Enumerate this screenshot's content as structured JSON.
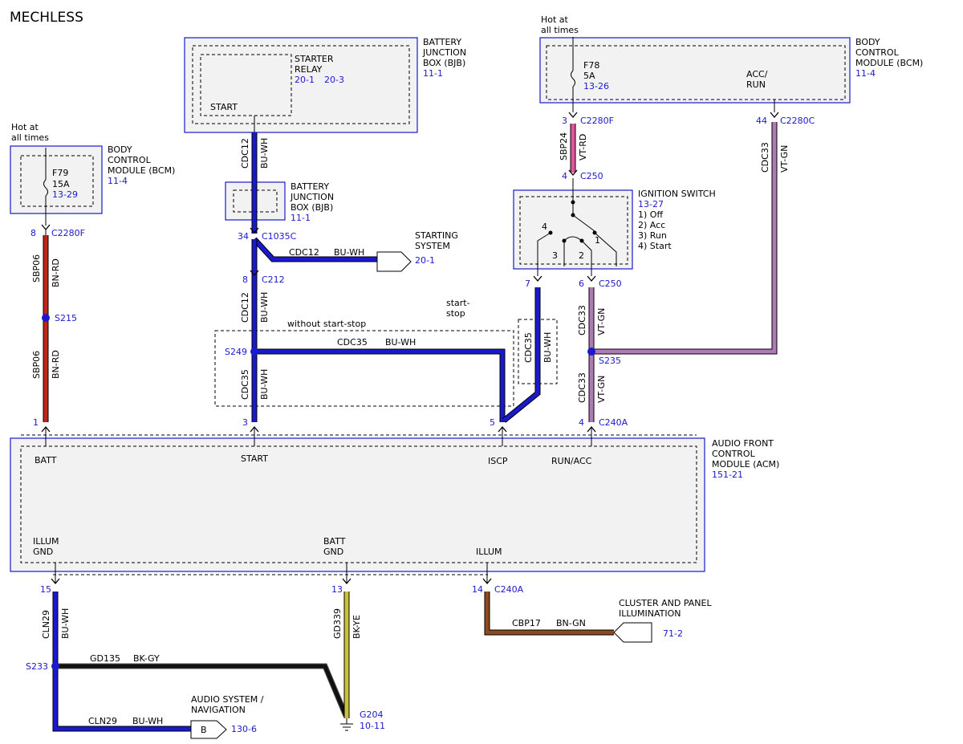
{
  "title": "MECHLESS",
  "colors": {
    "bu_wh": "#1a1acc",
    "bn_rd": "#c0241c",
    "vt_rd": "#e0569a",
    "vt_gn": "#b07ab8",
    "bk_gy": "#111111",
    "bk_ye": "#c8c33a",
    "bn_gn": "#8a4a22",
    "link_blue": "#1a1acc"
  },
  "hot_left": "Hot at\nall times",
  "hot_right": "Hot at\nall times",
  "bcm_left": {
    "name": "BODY\nCONTROL\nMODULE (BCM)",
    "ref": "11-4",
    "fuse": "F79",
    "amps": "15A",
    "fuse_ref": "13-29"
  },
  "bcm_right": {
    "name": "BODY\nCONTROL\nMODULE (BCM)",
    "ref": "11-4",
    "fuse": "F78",
    "amps": "5A",
    "fuse_ref": "13-26",
    "accrun": "ACC/\nRUN"
  },
  "bjb_top": {
    "name": "BATTERY\nJUNCTION\nBOX (BJB)",
    "ref": "11-1",
    "relay": "STARTER\nRELAY",
    "relay_ref1": "20-1",
    "relay_ref2": "20-3",
    "start": "START"
  },
  "bjb_mid": {
    "name": "BATTERY\nJUNCTION\nBOX (BJB)",
    "ref": "11-1"
  },
  "starting_system": {
    "name": "STARTING\nSYSTEM",
    "ref": "20-1"
  },
  "ignition": {
    "name": "IGNITION SWITCH",
    "ref": "13-27",
    "positions": "1) Off\n2) Acc\n3) Run\n4) Start",
    "p1": "1",
    "p2": "2",
    "p3": "3",
    "p4": "4"
  },
  "acm": {
    "name": "AUDIO FRONT\nCONTROL\nMODULE (ACM)",
    "ref": "151-21",
    "batt": "BATT",
    "start": "START",
    "iscp": "ISCP",
    "runacc": "RUN/ACC",
    "illum_gnd": "ILLUM\nGND",
    "batt_gnd": "BATT\nGND",
    "illum": "ILLUM"
  },
  "cluster": {
    "name": "CLUSTER AND PANEL\nILLUMINATION",
    "ref": "71-2"
  },
  "audio_nav": {
    "name": "AUDIO SYSTEM /\nNAVIGATION",
    "ref": "130-6",
    "pin": "B"
  },
  "ground": {
    "name": "G204",
    "ref": "10-11"
  },
  "start_stop": "start-\nstop",
  "without_start_stop": "without start-stop",
  "pins": {
    "p8_left": "8",
    "c2280f_left": "C2280F",
    "p1_acm": "1",
    "p34": "34",
    "c1035c": "C1035C",
    "p8_mid": "8",
    "c212": "C212",
    "p3_acm": "3",
    "p5_acm": "5",
    "p3_top": "3",
    "c2280f_right": "C2280F",
    "p4_top": "4",
    "c250_top": "C250",
    "p7_ign": "7",
    "p6_ign": "6",
    "c250_bot": "C250",
    "p44": "44",
    "c2280c": "C2280C",
    "p4_acm": "4",
    "c240a_top": "C240A",
    "p15": "15",
    "p13": "13",
    "p14": "14",
    "c240a_bot": "C240A"
  },
  "splices": {
    "s215": "S215",
    "s249": "S249",
    "s235": "S235",
    "s233": "S233"
  },
  "wires": {
    "sbp06": "SBP06",
    "bn_rd": "BN-RD",
    "cdc12": "CDC12",
    "bu_wh": "BU-WH",
    "cdc35": "CDC35",
    "sbp24": "SBP24",
    "vt_rd": "VT-RD",
    "cdc33": "CDC33",
    "vt_gn": "VT-GN",
    "cln29": "CLN29",
    "gd135": "GD135",
    "bk_gy": "BK-GY",
    "gd339": "GD339",
    "bk_ye": "BK-YE",
    "cbp17": "CBP17",
    "bn_gn": "BN-GN"
  }
}
